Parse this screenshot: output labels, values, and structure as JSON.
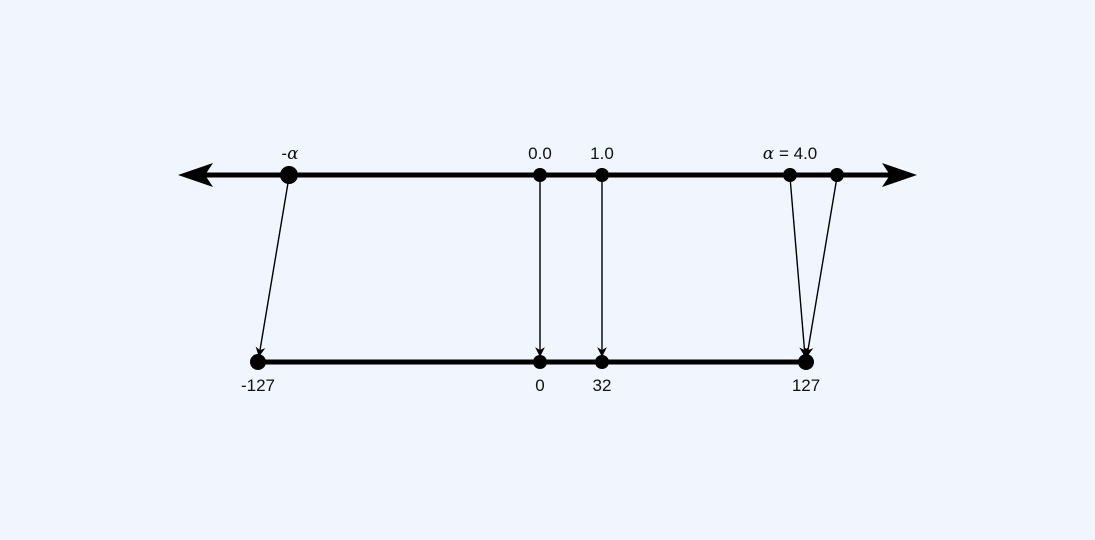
{
  "colors": {
    "background": "#f0f5fe",
    "ink": "#000000"
  },
  "top_axis": {
    "labels": {
      "neg_alpha_sign": "-",
      "alpha_symbol": "α",
      "zero": "0.0",
      "one": "1.0",
      "alpha_eq": " = 4.0"
    }
  },
  "bottom_axis": {
    "labels": {
      "min": "-127",
      "zero": "0",
      "one": "32",
      "max": "127"
    }
  }
}
